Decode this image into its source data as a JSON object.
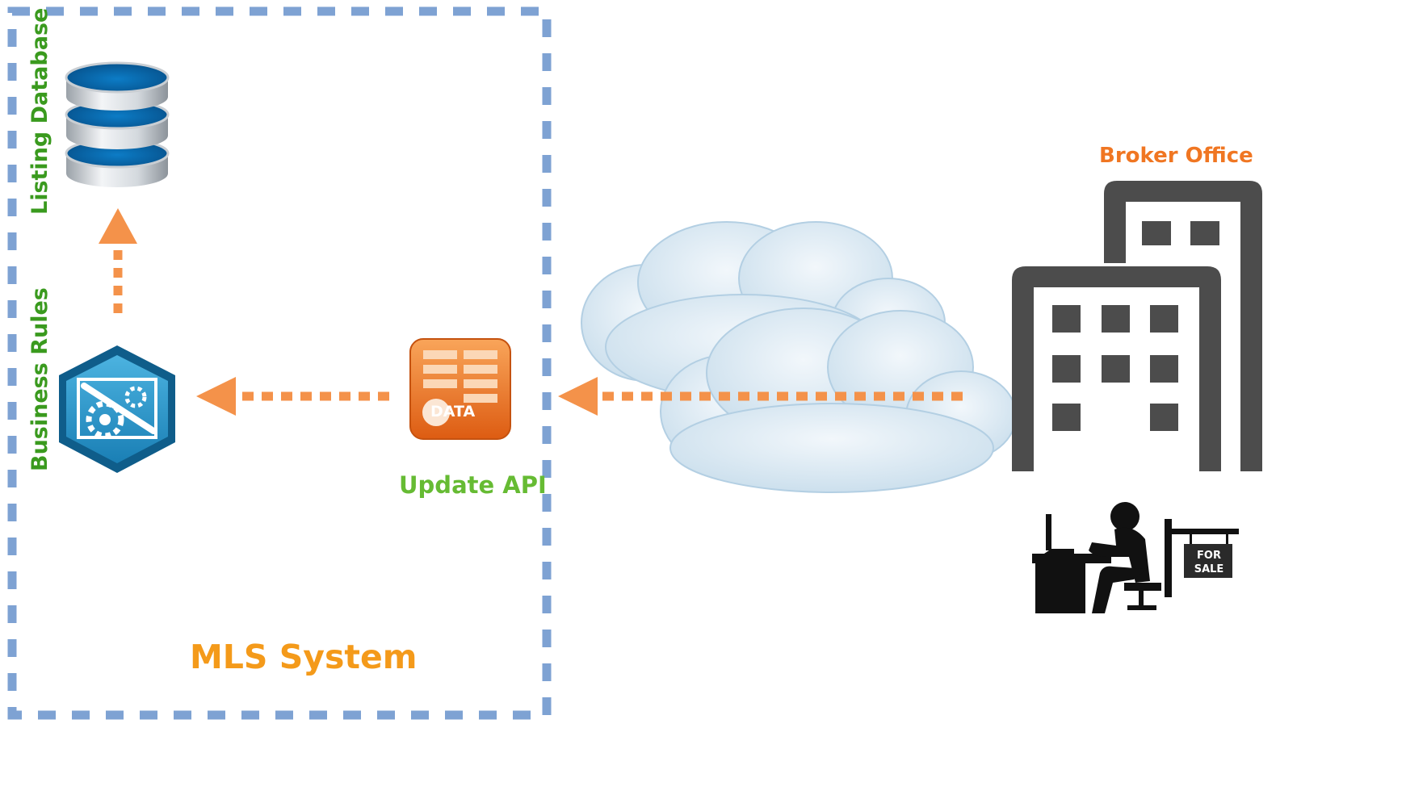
{
  "system": {
    "title": "MLS System",
    "listing_database_label": "Listing Database",
    "business_rules_label": "Business Rules",
    "update_api_label": "Update API",
    "data_icon_text": "DATA"
  },
  "broker": {
    "label": "Broker Office",
    "sign_text": "FOR SALE"
  },
  "colors": {
    "boundary": "#7ea2d3",
    "arrow": "#f4924a",
    "system_title": "#f49a1a",
    "component_label": "#3a9a1e",
    "api_label": "#66bb33",
    "broker_label": "#f07622",
    "building": "#4c4c4c"
  },
  "icons": [
    "database-icon",
    "gear-wrench-icon",
    "data-api-icon",
    "cloud-icon",
    "office-building-icon",
    "person-at-desk-icon",
    "for-sale-sign-icon"
  ]
}
